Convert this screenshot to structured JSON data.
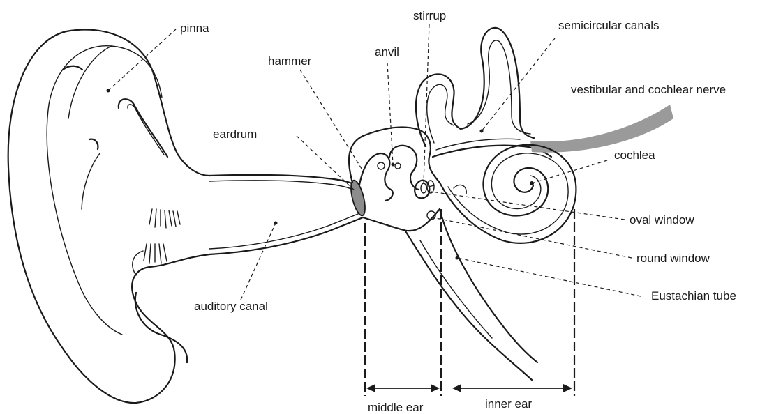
{
  "labels": {
    "pinna": "pinna",
    "hammer": "hammer",
    "anvil": "anvil",
    "stirrup": "stirrup",
    "semicircular_canals": "semicircular canals",
    "nerve": "vestibular and cochlear nerve",
    "eardrum": "eardrum",
    "cochlea": "cochlea",
    "oval_window": "oval window",
    "round_window": "round window",
    "eustachian_tube": "Eustachian tube",
    "auditory_canal": "auditory canal",
    "middle_ear": "middle ear",
    "inner_ear": "inner ear"
  },
  "colors": {
    "ink": "#1a1a1a",
    "nerve": "#9a9a9a",
    "eardrum": "#8c8c8c"
  }
}
